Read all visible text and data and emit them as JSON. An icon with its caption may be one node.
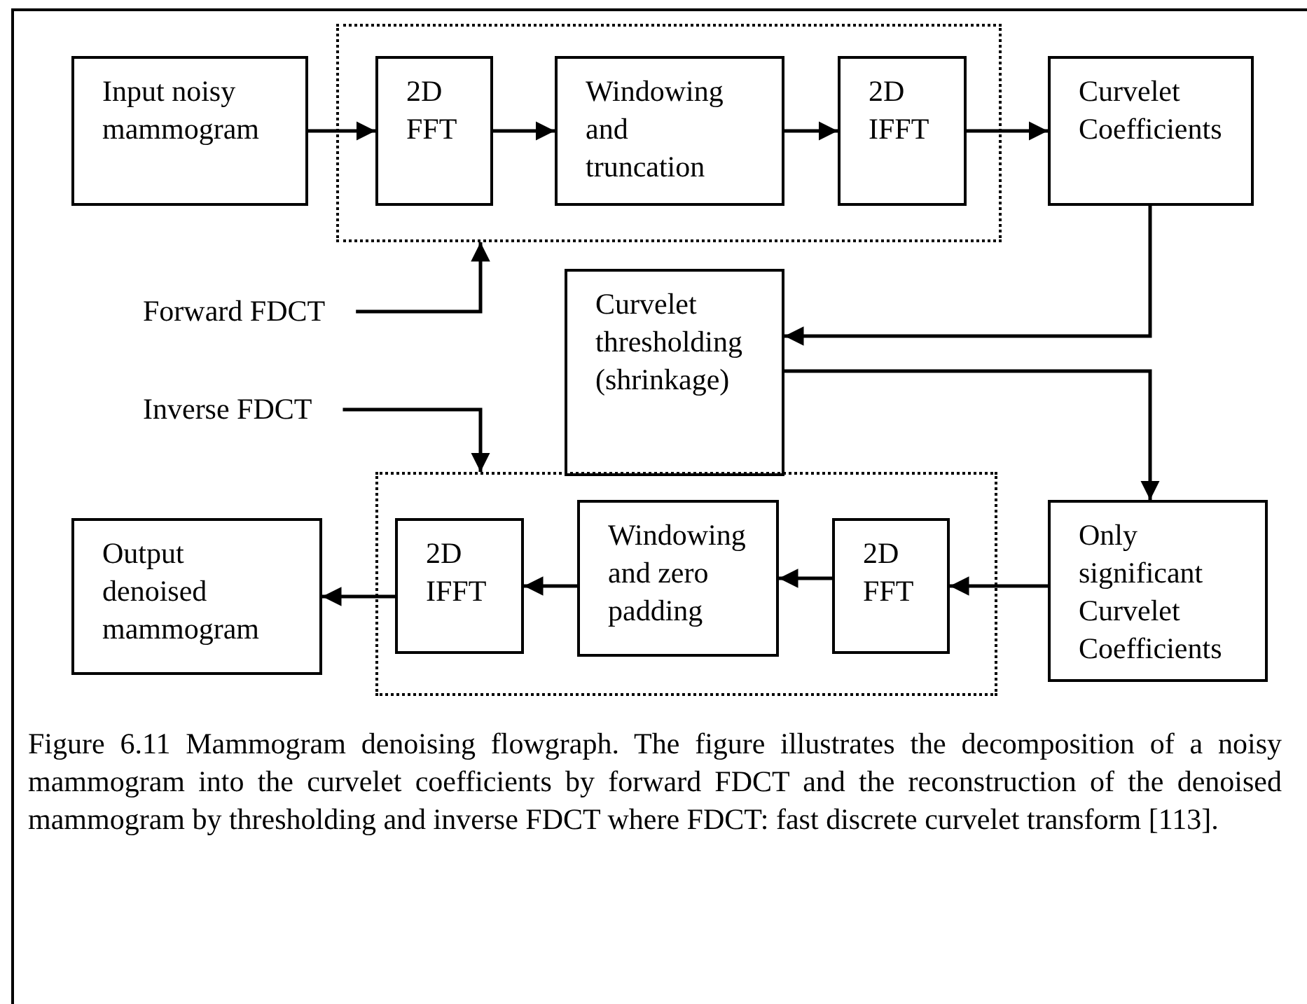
{
  "diagram": {
    "caption": "Figure 6.11 Mammogram denoising flowgraph. The figure illustrates the decomposition of a noisy mammogram into the curvelet coefficients by forward FDCT and the reconstruction of the denoised mammogram by thresholding and inverse FDCT where FDCT: fast discrete curvelet transform [113].",
    "nodes": [
      {
        "text": [
          "Input noisy mammogram"
        ]
      },
      {
        "text": [],
        "shape": "box"
      },
      {
        "text": [
          "2D FFT"
        ],
        "in": 1
      },
      {
        "text": [
          "Windowing and truncation"
        ],
        "in": 1
      },
      {
        "text": [
          "2D IFFT"
        ],
        "in": 1
      },
      {
        "text": [
          "Curvelet Coefficients"
        ]
      },
      {
        "text": [
          "Forward FDCT"
        ]
      },
      {
        "text": [
          "Curvelet thresholding (shrinkage)"
        ]
      },
      {
        "text": [
          "Inverse FDCT"
        ]
      },
      {
        "text": [],
        "shape": "box"
      },
      {
        "text": [
          "Output denoised mammogram"
        ]
      },
      {
        "text": [
          "2D IFFT"
        ],
        "in": 9
      },
      {
        "text": [
          "Windowing and zero padding"
        ],
        "in": 9
      },
      {
        "text": [
          "2D FFT"
        ],
        "in": 9
      },
      {
        "text": [
          "Only significant Curvelet Coefficients"
        ]
      }
    ],
    "edges": [
      {
        "from": 0,
        "to": 2,
        "arrow": "to"
      },
      {
        "from": 2,
        "to": 3,
        "arrow": "to"
      },
      {
        "from": 3,
        "to": 4,
        "arrow": "to"
      },
      {
        "from": 4,
        "to": 5,
        "arrow": "to"
      },
      {
        "from": 6,
        "to": 1,
        "arrow": "to"
      },
      {
        "from": 5,
        "to": 7,
        "arrow": "to"
      },
      {
        "from": 7,
        "to": 14,
        "arrow": "to"
      },
      {
        "from": 8,
        "to": 9,
        "arrow": "to"
      },
      {
        "from": 14,
        "to": 13,
        "arrow": "to"
      },
      {
        "from": 13,
        "to": 12,
        "arrow": "to"
      },
      {
        "from": 12,
        "to": 11,
        "arrow": "to"
      },
      {
        "from": 11,
        "to": 10,
        "arrow": "to"
      }
    ]
  }
}
